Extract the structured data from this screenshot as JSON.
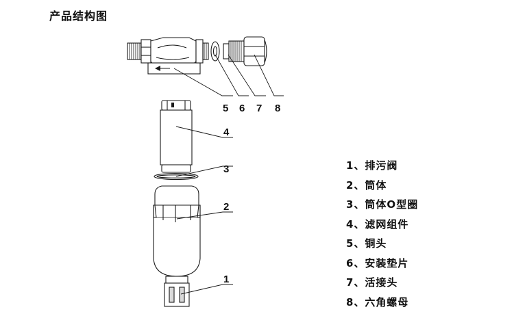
{
  "title": "产品结构图",
  "parts": [
    {
      "num": "1",
      "name": "排污阀"
    },
    {
      "num": "2",
      "name": "筒体"
    },
    {
      "num": "3",
      "name": "筒体O型圈"
    },
    {
      "num": "4",
      "name": "滤网组件"
    },
    {
      "num": "5",
      "name": "铜头"
    },
    {
      "num": "6",
      "name": "安装垫片"
    },
    {
      "num": "7",
      "name": "活接头"
    },
    {
      "num": "8",
      "name": "六角螺母"
    }
  ],
  "separator": "、",
  "colors": {
    "stroke": "#1a1a1a",
    "fill": "#ffffff",
    "shade": "#d9d9d9"
  }
}
